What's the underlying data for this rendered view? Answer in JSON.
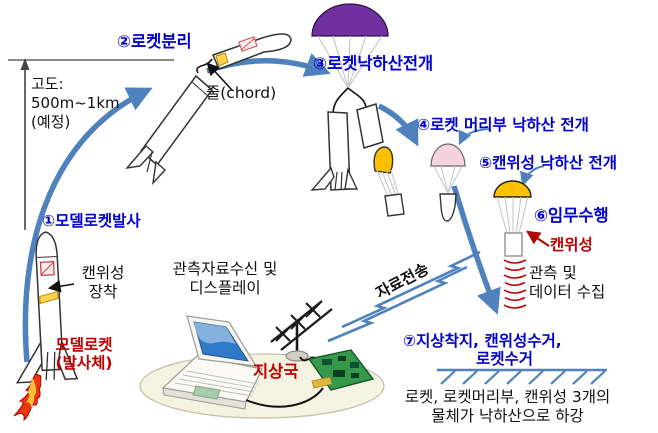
{
  "colors": {
    "step_label_blue": "#0000CC",
    "accent_red": "#C00000",
    "arrow_blue": "#4F81BD",
    "parachute_purple": "#7030A0",
    "parachute_pink": "#F4D2DD",
    "parachute_yellow": "#FFC000",
    "signal_red": "#C00000",
    "pcb_green": "#35984A"
  },
  "steps": [
    {
      "label": "①모델로켓발사"
    },
    {
      "label": "②로켓분리"
    },
    {
      "label": "③로켓낙하산전개"
    },
    {
      "label": "④로켓 머리부 낙하산 전개"
    },
    {
      "label": "⑤캔위성 낙하산 전개"
    },
    {
      "label": "⑥임무수행"
    },
    {
      "line1": "⑦지상착지, 캔위성수거,",
      "line2": "로켓수거"
    }
  ],
  "annotations": {
    "altitude": {
      "line1": "고도:",
      "line2": "500m~1km",
      "line3": "(예정)"
    },
    "chord": "줄(chord)",
    "cansat_mount": {
      "line1": "캔위성",
      "line2": "장착"
    },
    "model_rocket": {
      "line1": "모델로켓",
      "line2": "(발사체)"
    },
    "receive_display": {
      "line1": "관측자료수신 및",
      "line2": "디스플레이"
    },
    "ground_station": "지상국",
    "data_transmission": "자료전송",
    "cansat": "캔위성",
    "observation": {
      "line1": "관측 및",
      "line2": "데이터 수집"
    },
    "descent_note": {
      "line1": "로켓, 로켓머리부, 캔위성 3개의",
      "line2": "물체가 낙하산으로 하강"
    }
  },
  "figures": [
    "model-rocket-launching",
    "separated-rocket-body",
    "separated-nose-cone",
    "purple-rocket-parachute",
    "pink-nose-parachute",
    "yellow-cansat-parachute",
    "cansat-can",
    "ground-station-laptop",
    "yagi-antenna",
    "receiver-circuit-board",
    "radio-lightning-bolts",
    "ground-surface-hatching",
    "altitude-axis"
  ]
}
